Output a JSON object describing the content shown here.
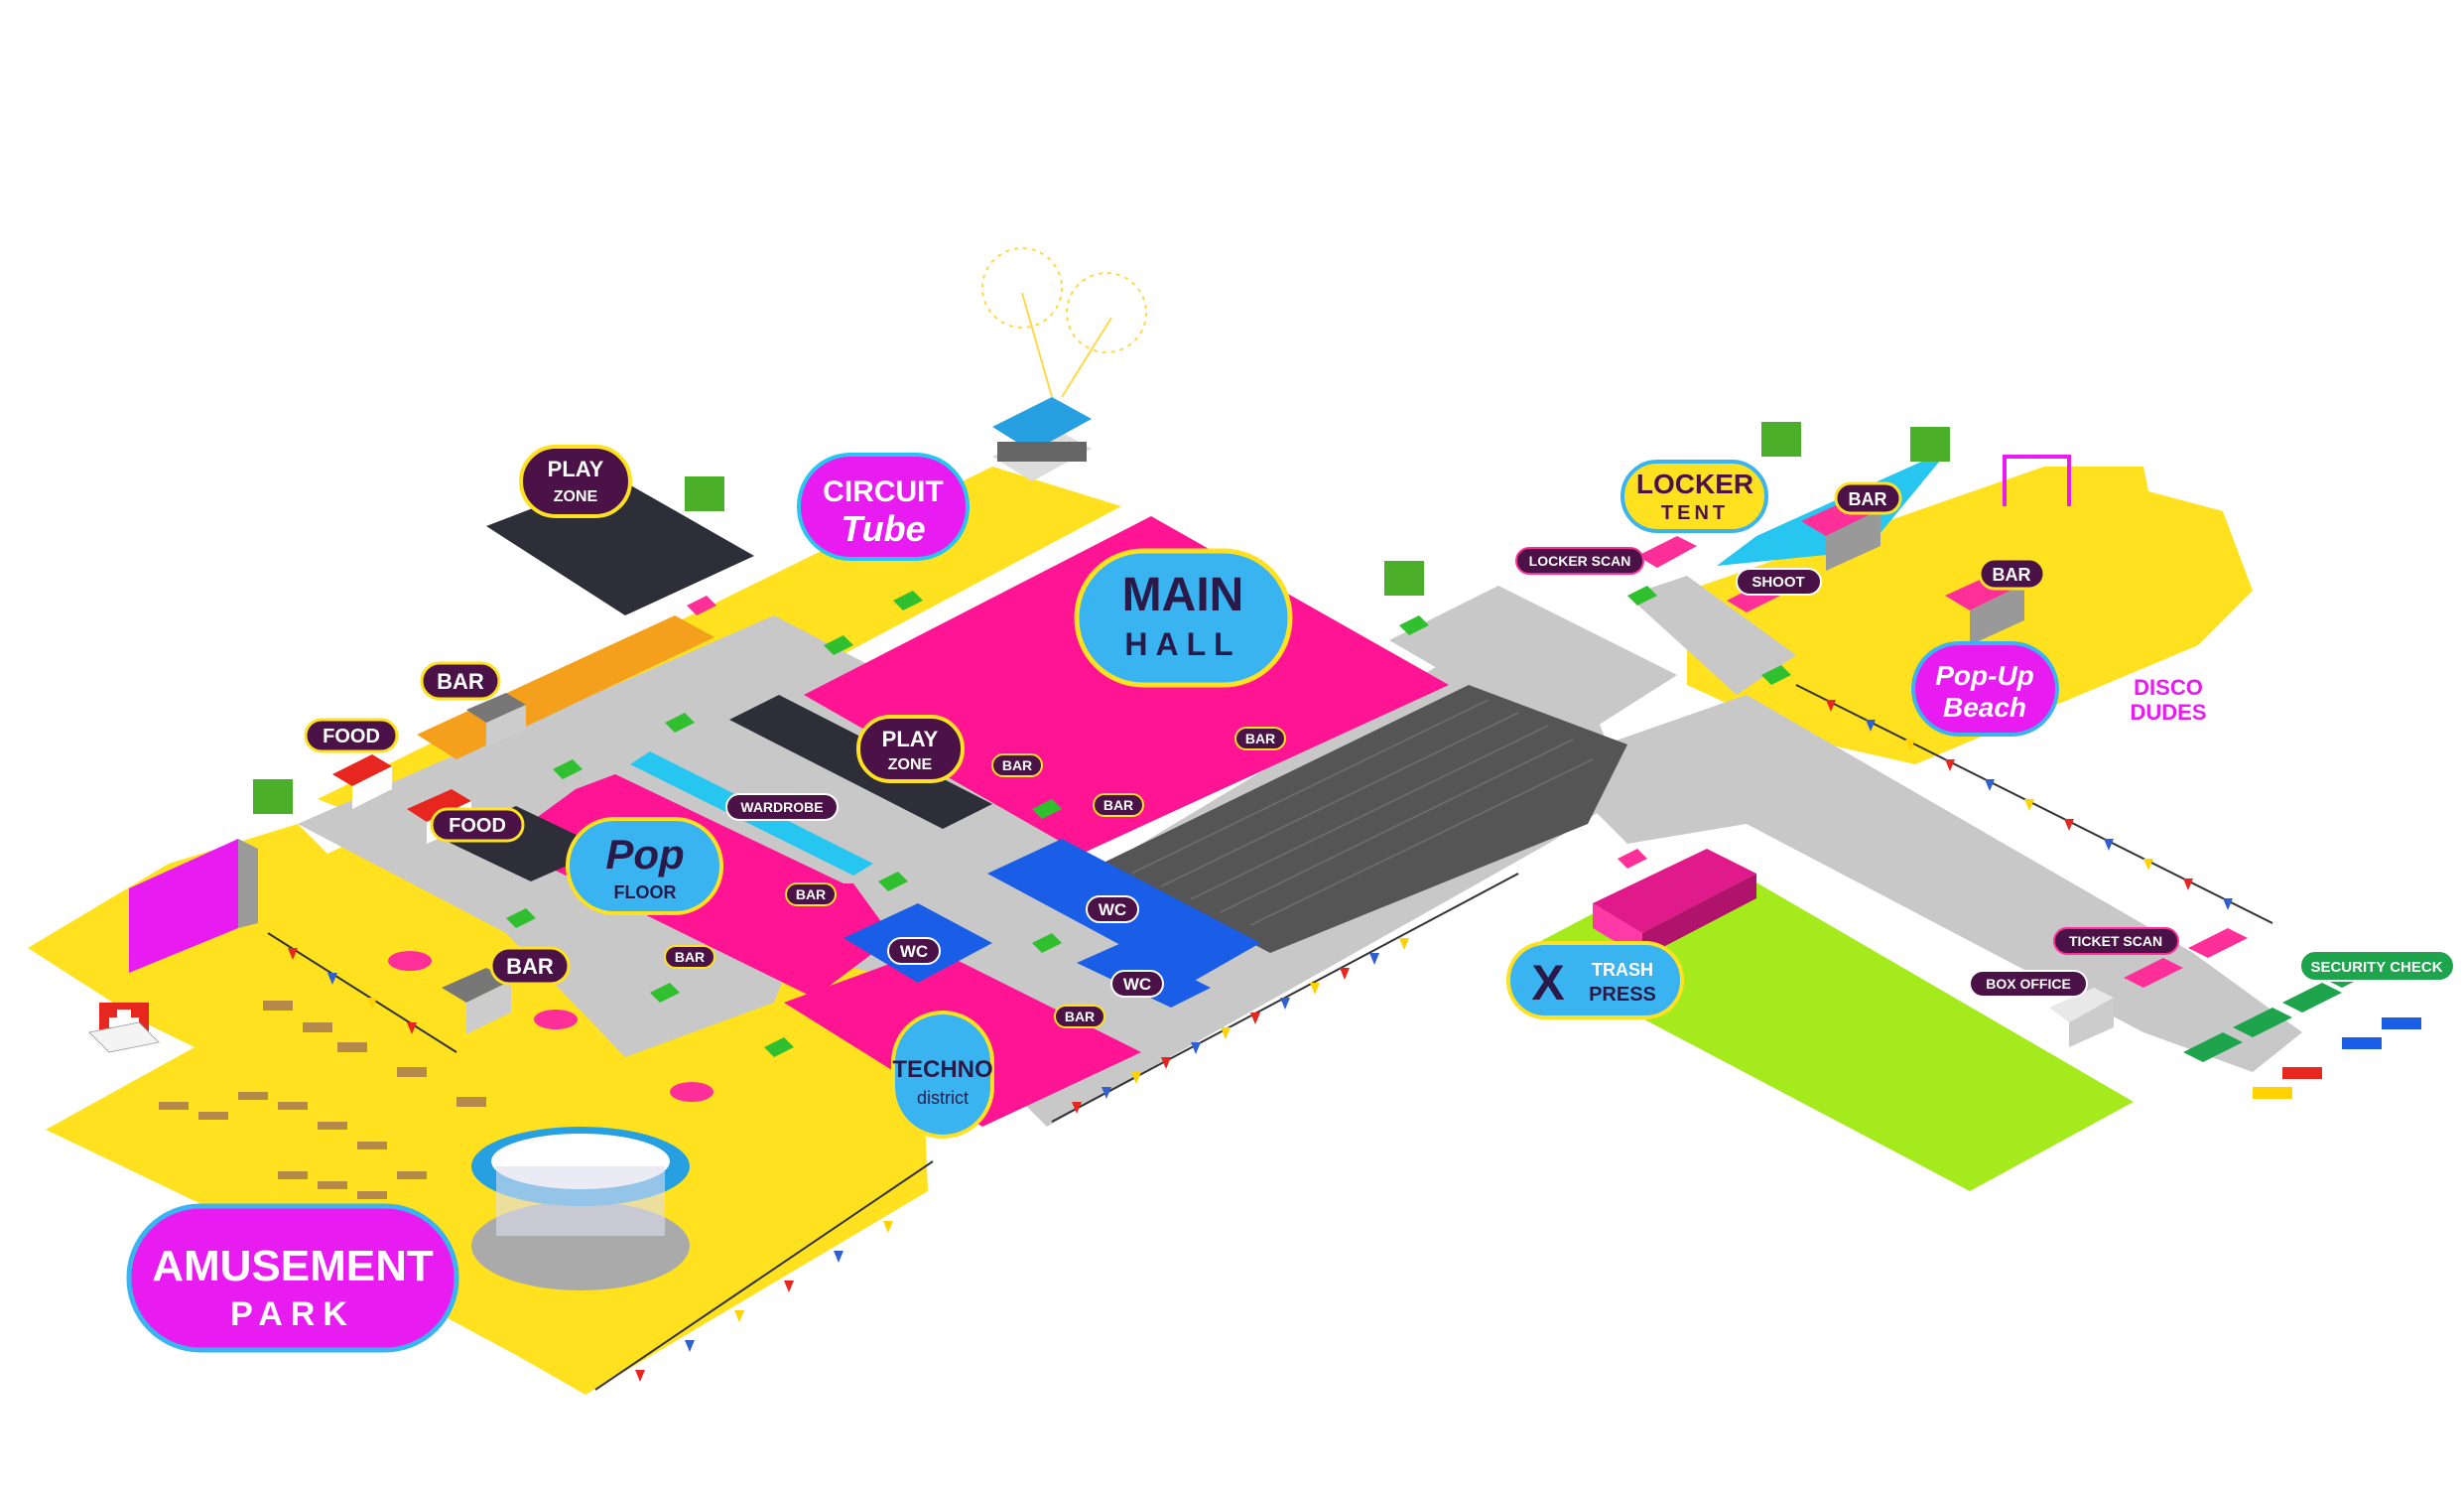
{
  "zones": {
    "play_zone_1": {
      "line1": "PLAY",
      "line2": "ZONE"
    },
    "play_zone_2": {
      "line1": "PLAY",
      "line2": "ZONE"
    },
    "circuit_tube": {
      "line1": "CIRCUIT",
      "line2": "Tube"
    },
    "main_hall": {
      "line1": "MAIN",
      "line2": "HALL"
    },
    "pop_floor": {
      "line1": "Pop",
      "line2": "FLOOR"
    },
    "techno_district": {
      "line1": "TECHNO",
      "line2": "district"
    },
    "amusement_park": {
      "line1": "AMUSEMENT",
      "line2": "PARK"
    },
    "xtrash_xpress": {
      "line1": "TRASH",
      "line2": "PRESS",
      "letter": "X"
    },
    "locker_tent": {
      "line1": "LOCKER",
      "line2": "TENT"
    },
    "pop_up_beach": {
      "line1": "Pop-Up",
      "line2": "Beach"
    },
    "disco_dudes": {
      "line1": "DISCO",
      "line2": "DUDES"
    }
  },
  "labels": {
    "bar": "BAR",
    "food": "FOOD",
    "wc": "WC",
    "wardrobe": "WARDROBE",
    "locker_scan": "LOCKER SCAN",
    "shoot": "SHOOT",
    "ticket_scan": "TICKET SCAN",
    "box_office": "BOX OFFICE",
    "security_check": "SECURITY CHECK"
  },
  "colors": {
    "yellow": "#ffe11f",
    "pink": "#ff1493",
    "magenta": "#e81cf0",
    "road": "#c8c8c8",
    "dark": "#2e2e38",
    "blue": "#1a5ee8",
    "cyan": "#26c6f0",
    "lime": "#a4ea1c",
    "purple": "#4a1246",
    "green_arrow": "#2fbf2f",
    "exit_green": "#4caf2a"
  }
}
